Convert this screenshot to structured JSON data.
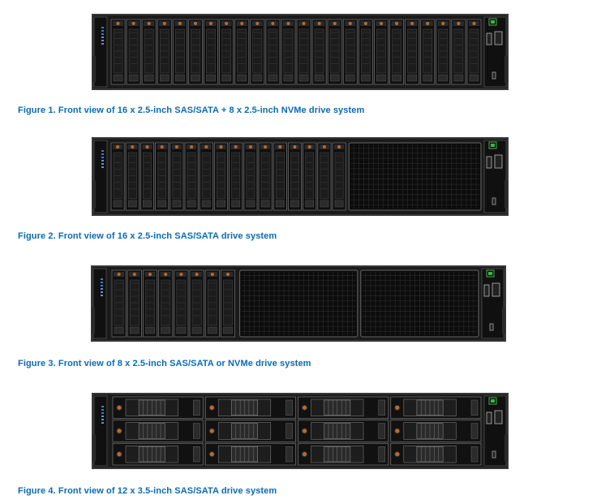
{
  "figures": [
    {
      "caption": "Figure 1. Front view of 16 x 2.5-inch SAS/SATA + 8 x 2.5-inch NVMe drive system",
      "drive_type": "2.5-inch",
      "bays": 24,
      "blank_panels": 0
    },
    {
      "caption": "Figure 2. Front view of 16 x 2.5-inch SAS/SATA drive system",
      "drive_type": "2.5-inch",
      "bays": 16,
      "blank_panels": 1
    },
    {
      "caption": "Figure 3. Front view of 8 x 2.5-inch SAS/SATA or NVMe drive system",
      "drive_type": "2.5-inch",
      "bays": 8,
      "blank_panels": 2
    },
    {
      "caption": "Figure 4. Front view of 12 x 3.5-inch SAS/SATA drive system",
      "drive_type": "3.5-inch",
      "bays": 12,
      "blank_panels": 0
    }
  ],
  "colors": {
    "caption": "#0a6ab3",
    "chassis": "#1b1b1b",
    "drive_accent": "#c06a2a",
    "status_led": "#3fb24a"
  }
}
